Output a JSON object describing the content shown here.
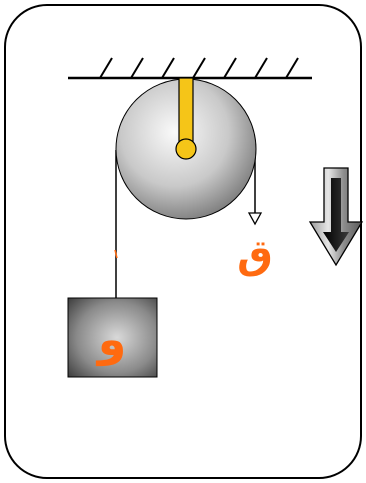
{
  "diagram": {
    "type": "single fixed pulley",
    "labels": {
      "effort": "ق",
      "weight": "و"
    },
    "effort_direction": "down",
    "colors": {
      "frame_border": "#000000",
      "ceiling": "#000000",
      "pulley_axle_bar": "#f5c518",
      "pulley_light": "#f2f2f2",
      "pulley_dark": "#7a7a7a",
      "rope": "#000000",
      "label": "#ff6a10",
      "weight_dark": "#3a3a3a",
      "weight_light": "#cfcfcf",
      "arrow_dark": "#1a1a1a",
      "arrow_light": "#bdbdbd"
    }
  }
}
